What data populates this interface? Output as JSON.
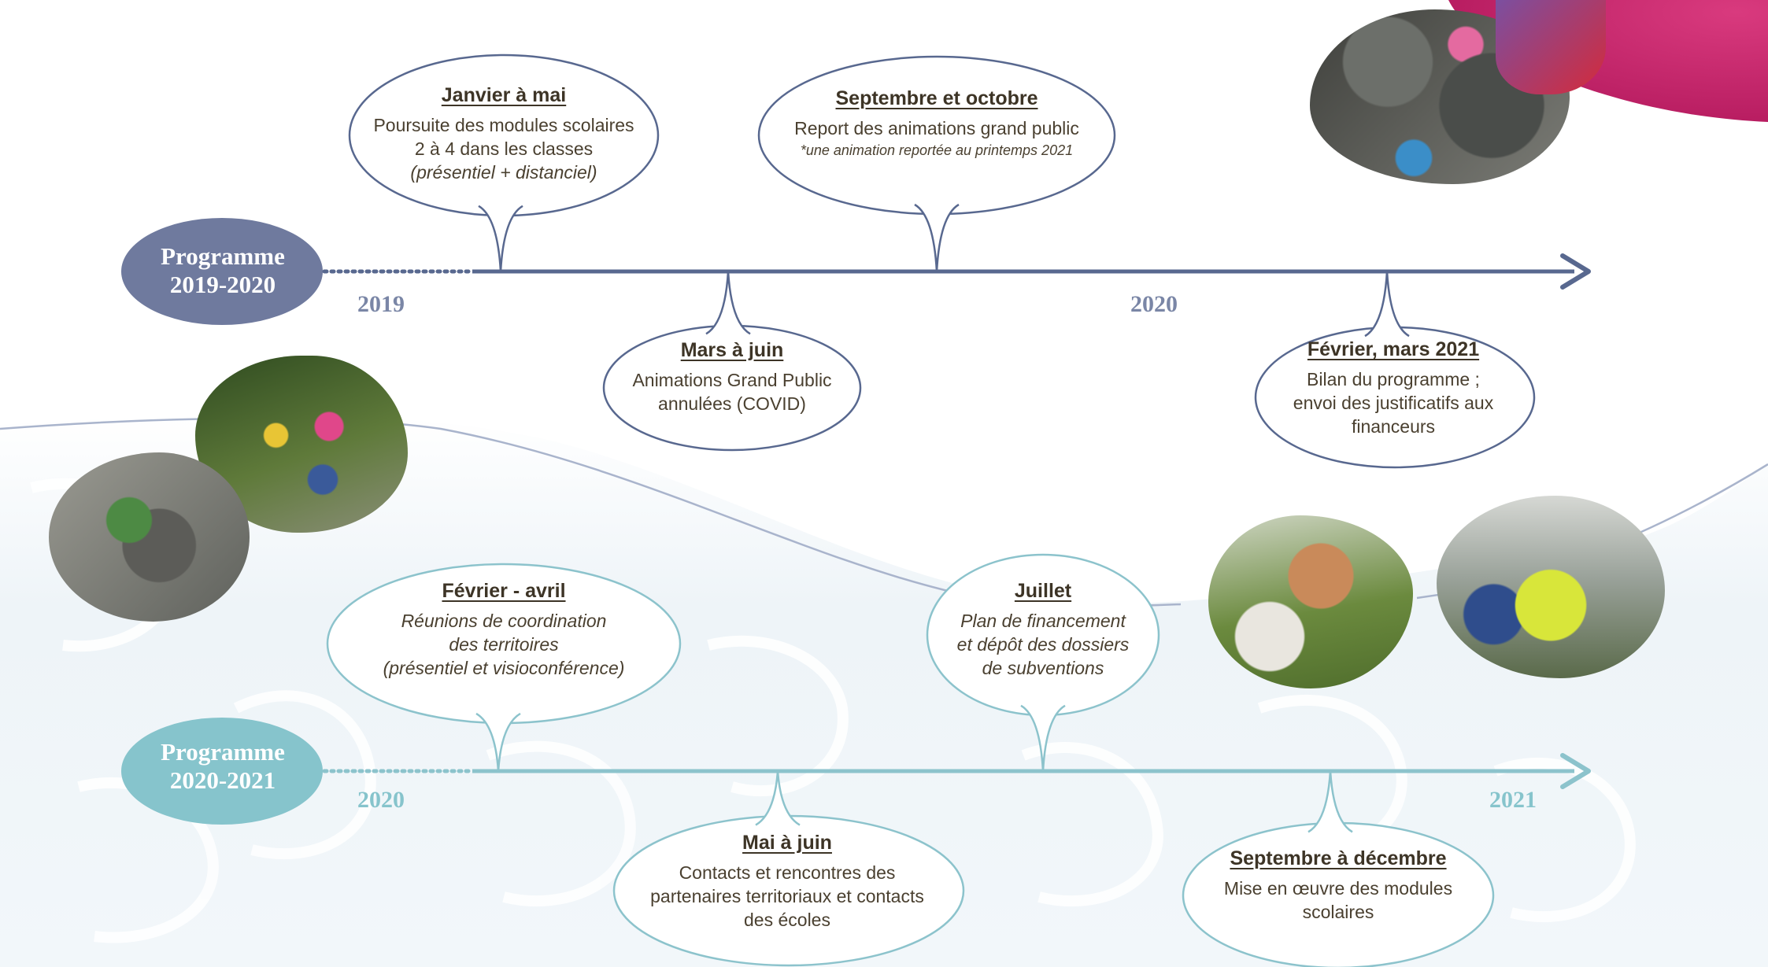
{
  "programs": [
    {
      "label_line1": "Programme",
      "label_line2": "2019-2020",
      "color": "#6f7a9e",
      "line_color": "#58688f",
      "year_color": "#7a86a6",
      "years": [
        "2019",
        "2020"
      ],
      "events": [
        {
          "title": "Janvier à mai",
          "lines": [
            "Poursuite des modules scolaires",
            "2 à 4 dans les classes"
          ],
          "italic_lines": [
            "(présentiel + distanciel)"
          ],
          "small_italic_lines": []
        },
        {
          "title": "Septembre et octobre",
          "lines": [
            "Report des animations grand public"
          ],
          "italic_lines": [],
          "small_italic_lines": [
            "*une animation reportée au printemps 2021"
          ]
        },
        {
          "title": "Mars à juin",
          "lines": [
            "Animations Grand Public",
            "annulées (COVID)"
          ],
          "italic_lines": [],
          "small_italic_lines": []
        },
        {
          "title": "Février, mars 2021",
          "lines": [
            "Bilan du programme ;",
            "envoi des justificatifs aux",
            "financeurs"
          ],
          "italic_lines": [],
          "small_italic_lines": []
        }
      ]
    },
    {
      "label_line1": "Programme",
      "label_line2": "2020-2021",
      "color": "#86c4cc",
      "line_color": "#8cc3cc",
      "year_color": "#86c4cc",
      "years": [
        "2020",
        "2021"
      ],
      "events": [
        {
          "title": "Février - avril",
          "lines": [],
          "italic_lines": [
            "Réunions de coordination",
            "des territoires",
            "(présentiel et visioconférence)"
          ],
          "small_italic_lines": []
        },
        {
          "title": "Juillet",
          "lines": [],
          "italic_lines": [
            "Plan de financement",
            "et dépôt des dossiers",
            "de subventions"
          ],
          "small_italic_lines": []
        },
        {
          "title": "Mai à juin",
          "lines": [
            "Contacts et rencontres des",
            "partenaires territoriaux et contacts",
            "des écoles"
          ],
          "italic_lines": [],
          "small_italic_lines": []
        },
        {
          "title": "Septembre à décembre",
          "lines": [
            "Mise en œuvre des modules",
            "scolaires"
          ],
          "italic_lines": [],
          "small_italic_lines": []
        }
      ]
    }
  ],
  "colors": {
    "accent_magenta": "#c8286e",
    "background_blue": "#e6f0f6",
    "text_dark": "#3d3426"
  },
  "photos": [
    {
      "name": "children-feet-photo"
    },
    {
      "name": "children-by-stream-photo"
    },
    {
      "name": "collected-waste-photo"
    },
    {
      "name": "outdoor-workshop-photo"
    },
    {
      "name": "school-group-vests-photo"
    }
  ]
}
